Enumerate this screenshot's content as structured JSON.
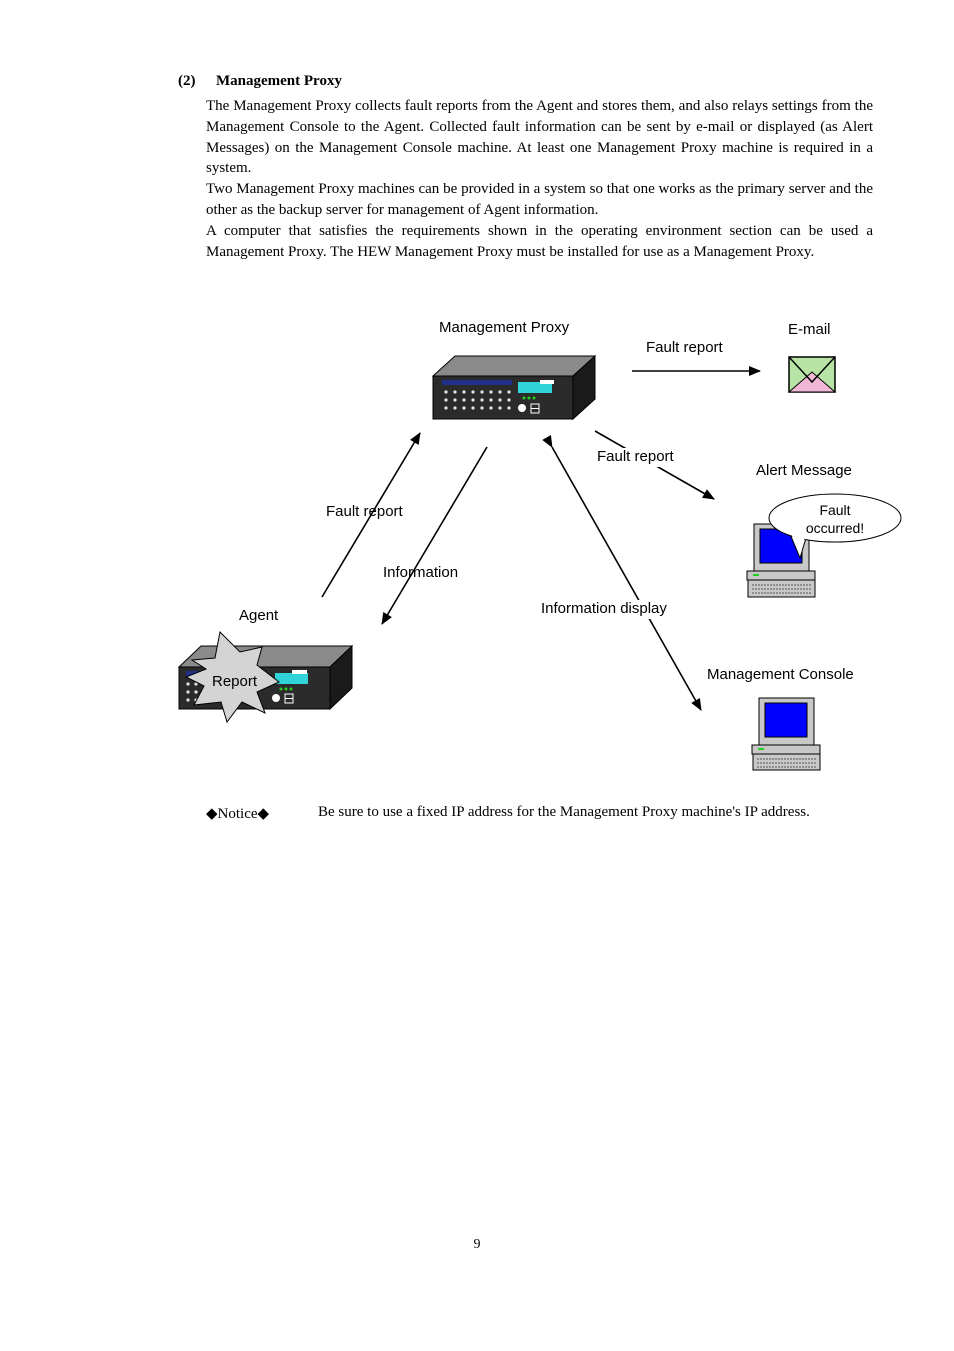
{
  "heading": {
    "number": "(2)",
    "title": "Management Proxy"
  },
  "paragraphs": [
    "The Management Proxy collects fault reports from the Agent and stores them, and also relays settings from the Management Console to the Agent.   Collected fault information can be sent by e-mail or displayed (as Alert Messages) on the Management Console machine.   At least one Management Proxy machine is required in a system.",
    "Two Management Proxy machines can be provided in a system so that one works as the primary server and the other as the backup server for management of Agent information.",
    "A computer that satisfies the requirements shown in the operating environment section can be used a Management Proxy. The HEW Management Proxy must be installed for use as a Management Proxy."
  ],
  "diagram": {
    "proxy_label": "Management Proxy",
    "email_label": "E-mail",
    "fault_report_email": "Fault report",
    "fault_report_alert": "Fault report",
    "alert_message_label": "Alert Message",
    "balloon_line1": "Fault",
    "balloon_line2": "occurred!",
    "fault_report_agent": "Fault report",
    "information_label": "Information",
    "information_display_label": "Information display",
    "agent_label": "Agent",
    "report_burst": "Report",
    "console_label": "Management Console"
  },
  "notice": {
    "marker": "◆Notice◆",
    "text": "Be sure to use a fixed IP address for the Management Proxy machine's IP address."
  },
  "page_number": "9",
  "colors": {
    "server_body": "#2b2b2b",
    "server_top": "#8a8a8a",
    "display_cyan": "#2fd3d8",
    "screen_blue": "#0000ff",
    "envelope_green": "#b7e4a5",
    "envelope_pink": "#f0b7d6",
    "burst_gray": "#d4d4d4"
  }
}
